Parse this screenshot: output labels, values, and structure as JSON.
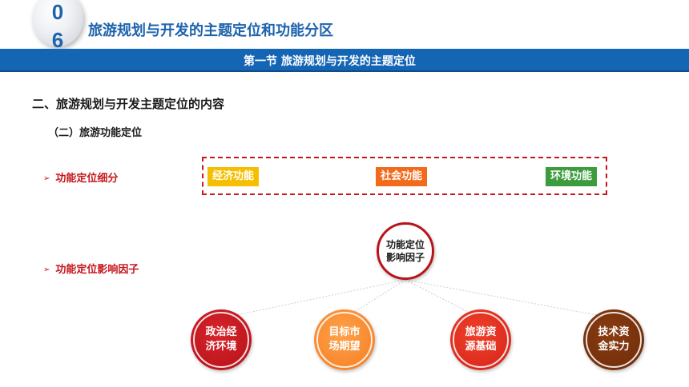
{
  "header": {
    "chapter_number_top": "0",
    "chapter_number_bottom": "6",
    "chapter_title": "旅游规划与开发的主题定位和功能分区",
    "band_text": "第一节 旅游规划与开发的主题定位"
  },
  "content": {
    "section_heading": "二、旅游规划与开发主题定位的内容",
    "sub_heading": "（二）旅游功能定位",
    "bullet_marker": "➢",
    "bullet_1": "功能定位细分",
    "bullet_2": "功能定位影响因子"
  },
  "functions": [
    {
      "label": "经济功能",
      "color": "#f6be00"
    },
    {
      "label": "社会功能",
      "color": "#f26b1d"
    },
    {
      "label": "环境功能",
      "color": "#3c9b3c"
    }
  ],
  "diagram": {
    "center_label": "功能定位影响因子",
    "factors": [
      {
        "label": "政治经济环境",
        "color": "#c5161d"
      },
      {
        "label": "目标市场期望",
        "color": "#f47a1f"
      },
      {
        "label": "旅游资源基础",
        "color": "#d3221a"
      },
      {
        "label": "技术资金实力",
        "color": "#6b2a08"
      }
    ]
  }
}
